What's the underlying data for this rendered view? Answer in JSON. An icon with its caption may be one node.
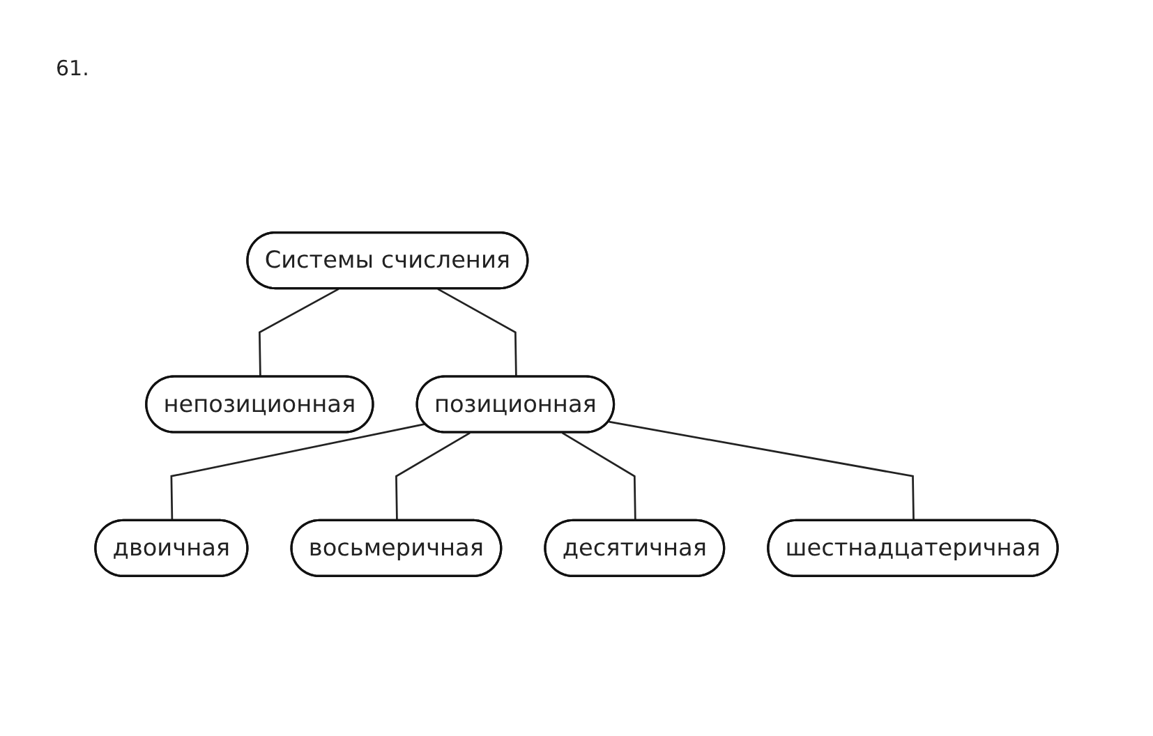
{
  "diagram": {
    "nodes": [
      {
        "text": [
          "Системы счисления"
        ]
      },
      {
        "text": [
          "непозиционная"
        ]
      },
      {
        "text": [
          "позиционная"
        ]
      },
      {
        "text": [
          "двоичная"
        ]
      },
      {
        "text": [
          "восьмеричная"
        ]
      },
      {
        "text": [
          "десятичная"
        ]
      },
      {
        "text": [
          "шестнадцатеричная"
        ]
      }
    ],
    "edges": [
      {
        "from": 0,
        "to": 1,
        "arrow": "none"
      },
      {
        "from": 0,
        "to": 2,
        "arrow": "none"
      },
      {
        "from": 2,
        "to": 3,
        "arrow": "none"
      },
      {
        "from": 2,
        "to": 4,
        "arrow": "none"
      },
      {
        "from": 2,
        "to": 5,
        "arrow": "none"
      },
      {
        "from": 2,
        "to": 6,
        "arrow": "none"
      }
    ],
    "labels": [
      "61."
    ]
  }
}
